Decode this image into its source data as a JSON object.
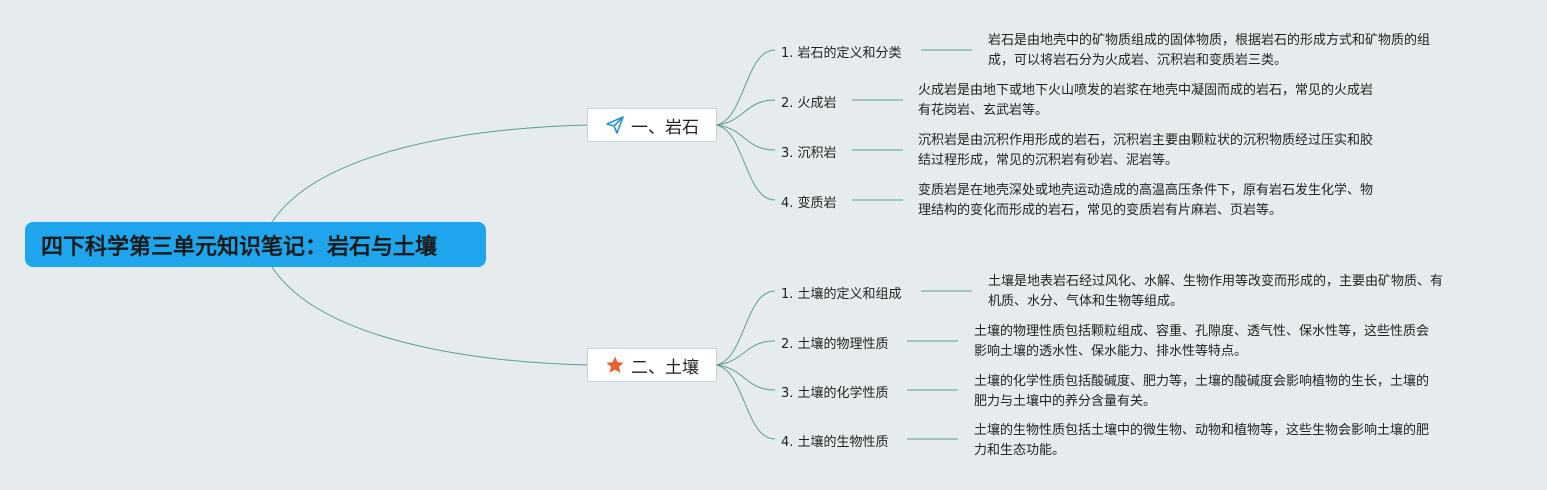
{
  "root": {
    "title": "四下科学第三单元知识笔记：岩石与土壤"
  },
  "branches": [
    {
      "label": "一、岩石",
      "icon": "paper-plane-icon",
      "topics": [
        {
          "label": "1. 岩石的定义和分类",
          "desc": [
            "岩石是由地壳中的矿物质组成的固体物质，根据岩石的形成方式和矿物质的组",
            "成，可以将岩石分为火成岩、沉积岩和变质岩三类。"
          ]
        },
        {
          "label": "2. 火成岩",
          "desc": [
            "火成岩是由地下或地下火山喷发的岩浆在地壳中凝固而成的岩石，常见的火成岩",
            "有花岗岩、玄武岩等。"
          ]
        },
        {
          "label": "3. 沉积岩",
          "desc": [
            "沉积岩是由沉积作用形成的岩石，沉积岩主要由颗粒状的沉积物质经过压实和胶",
            "结过程形成，常见的沉积岩有砂岩、泥岩等。"
          ]
        },
        {
          "label": "4. 变质岩",
          "desc": [
            "变质岩是在地壳深处或地壳运动造成的高温高压条件下，原有岩石发生化学、物",
            "理结构的变化而形成的岩石，常见的变质岩有片麻岩、页岩等。"
          ]
        }
      ]
    },
    {
      "label": "二、土壤",
      "icon": "star-icon",
      "topics": [
        {
          "label": "1. 土壤的定义和组成",
          "desc": [
            "土壤是地表岩石经过风化、水解、生物作用等改变而形成的，主要由矿物质、有",
            "机质、水分、气体和生物等组成。"
          ]
        },
        {
          "label": "2. 土壤的物理性质",
          "desc": [
            "土壤的物理性质包括颗粒组成、容重、孔隙度、透气性、保水性等，这些性质会",
            "影响土壤的透水性、保水能力、排水性等特点。"
          ]
        },
        {
          "label": "3. 土壤的化学性质",
          "desc": [
            "土壤的化学性质包括酸碱度、肥力等，土壤的酸碱度会影响植物的生长，土壤的",
            "肥力与土壤中的养分含量有关。"
          ]
        },
        {
          "label": "4. 土壤的生物性质",
          "desc": [
            "土壤的生物性质包括土壤中的微生物、动物和植物等，这些生物会影响土壤的肥",
            "力和生态功能。"
          ]
        }
      ]
    }
  ],
  "colors": {
    "root_bg": "#1ea5ec",
    "connector": "#5d9e90",
    "star": "#e8612c",
    "plane": "#2a93c9"
  }
}
